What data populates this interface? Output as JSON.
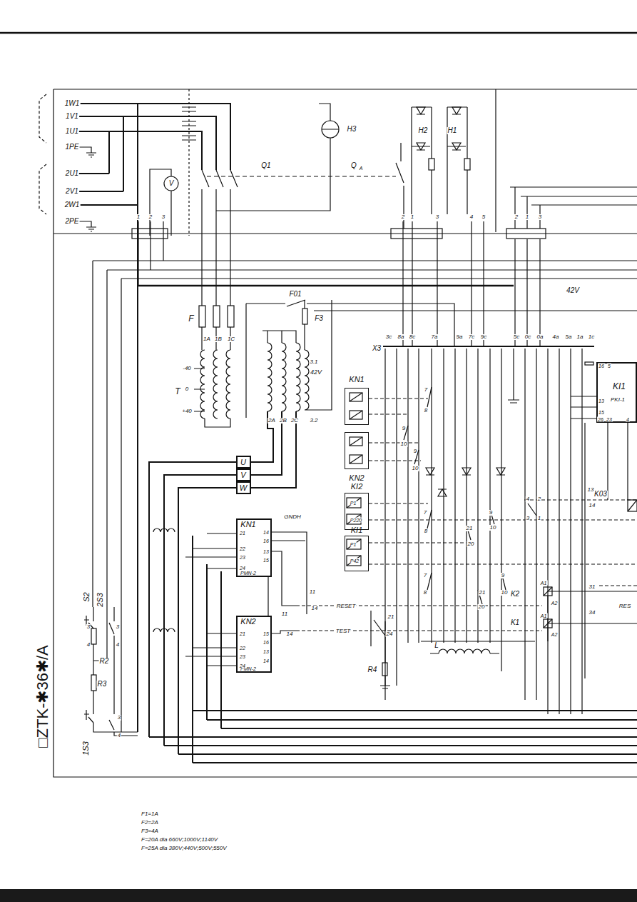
{
  "diagram": {
    "nodes": [
      {
        "text": [
          "KN1"
        ]
      },
      {
        "text": [
          "KN2"
        ]
      },
      {
        "text": [
          "KI2",
          "P1",
          "P220"
        ]
      },
      {
        "text": [
          "KI1",
          "P1",
          "P42"
        ]
      },
      {
        "text": [
          "KN1",
          "PMN-2"
        ]
      },
      {
        "text": [
          "KN2",
          "PMN-2"
        ]
      },
      {
        "text": [
          "KI1",
          "PKI-1"
        ]
      },
      {
        "text": [
          "U"
        ]
      },
      {
        "text": [
          "V"
        ]
      },
      {
        "text": [
          "W"
        ]
      }
    ],
    "edges": [
      {
        "from": 4,
        "to": 5,
        "arrow": "none"
      }
    ],
    "labels": [
      "1W1",
      "1V1",
      "1U1",
      "1PE",
      "2U1",
      "2V1",
      "2W1",
      "2PE",
      "V",
      "H3",
      "Q1",
      "Q",
      "A",
      "H2",
      "H1",
      "1",
      "2",
      "3",
      "2",
      "1",
      "3",
      "4",
      "5",
      "2",
      "1",
      "3",
      "F01",
      "F3",
      "F",
      "1A",
      "1B",
      "1C",
      "T",
      "-40",
      "0",
      "+40",
      "2A",
      "2B",
      "2C",
      "3.1",
      "42V",
      "3.2",
      "42V",
      "X3",
      "3c",
      "8a",
      "8c",
      "7a",
      "9a",
      "7c",
      "9c",
      "5c",
      "0c",
      "0a",
      "4a",
      "5a",
      "1a",
      "1c",
      "7",
      "8",
      "9",
      "10",
      "9",
      "10",
      "7",
      "8",
      "7",
      "8",
      "21",
      "20",
      "9",
      "10",
      "9",
      "10",
      "21",
      "20",
      "4",
      "2",
      "3",
      "1",
      "K2",
      "K1",
      "A1",
      "A2",
      "A1",
      "A2",
      "K03",
      "13",
      "14",
      "31",
      "34",
      "RES",
      "16",
      "5",
      "13",
      "15",
      "26",
      "23",
      "4",
      "21",
      "22",
      "23",
      "24",
      "14",
      "16",
      "13",
      "15",
      "GNDH",
      "21",
      "22",
      "23",
      "24",
      "15",
      "16",
      "13",
      "14",
      "11",
      "14",
      "RESET",
      "11",
      "14",
      "TEST",
      "21",
      "24",
      "R4",
      "L",
      "S2",
      "2S3",
      "3",
      "4",
      "3",
      "4",
      "R2",
      "R3",
      "3",
      "4",
      "1S3",
      "□ZTK-✱36✱/A",
      "F1=1A",
      "F2=2A",
      "F3=4A",
      "F=20A dla 660V;1000V;1140V",
      "F=25A dla 380V;440V;500V;550V"
    ]
  }
}
